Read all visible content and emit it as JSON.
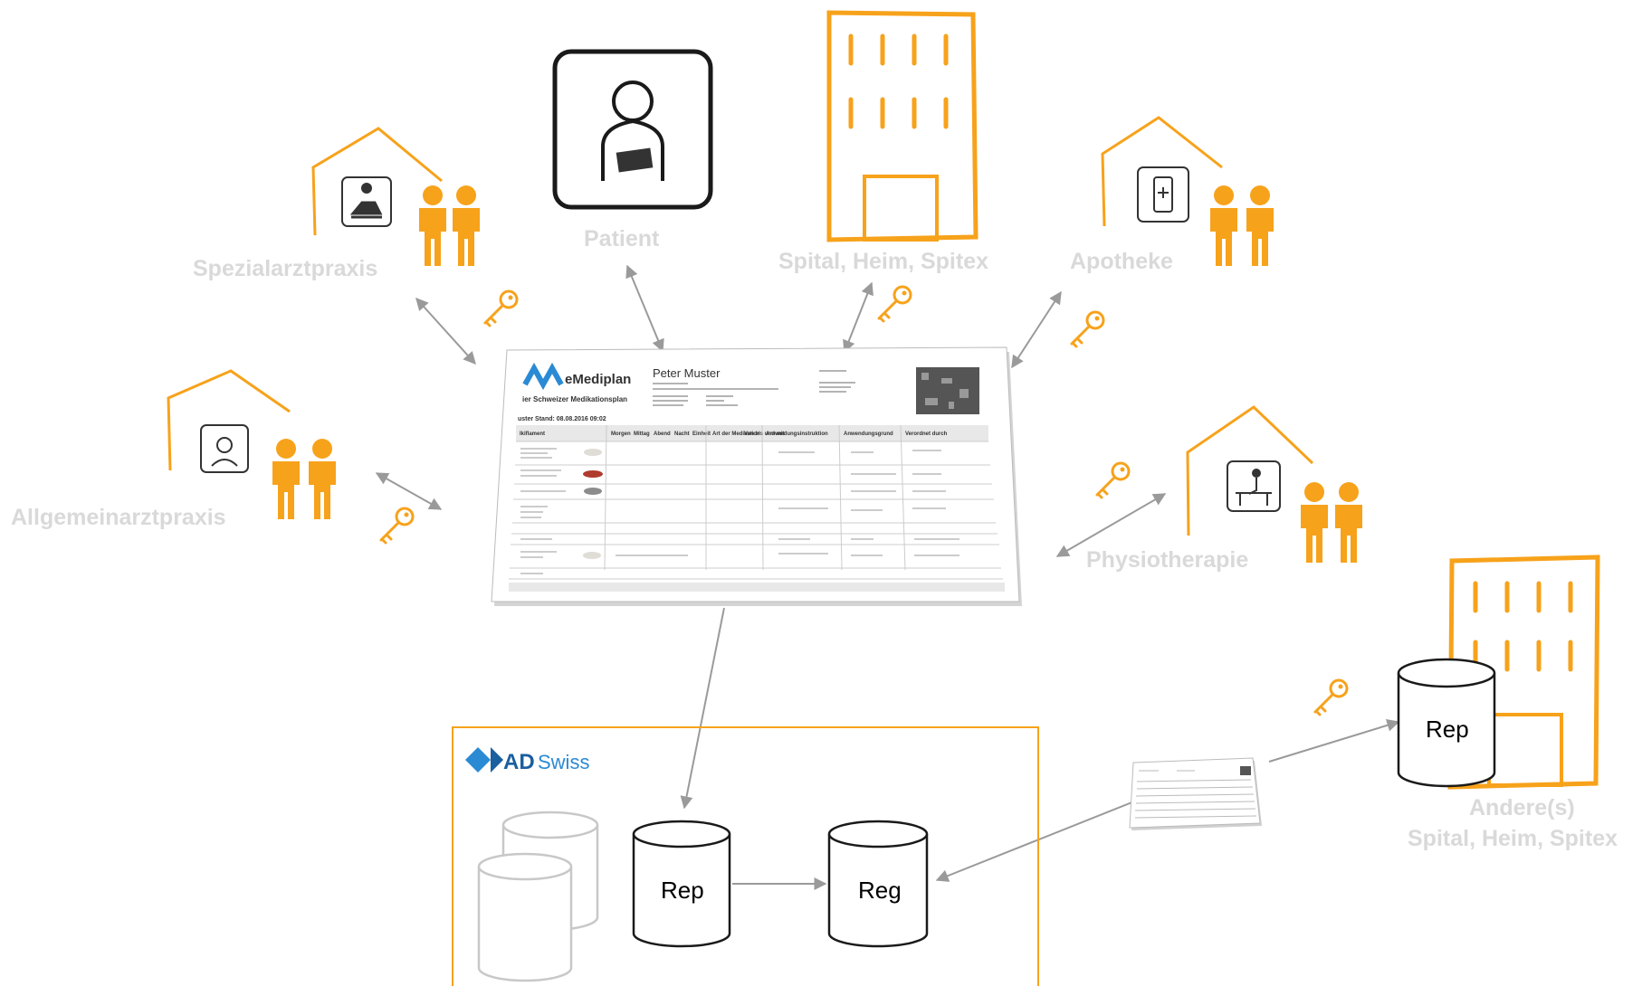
{
  "colors": {
    "accent": "#f7a21b",
    "label_gray": "#d9d9d9",
    "arrow_gray": "#9a9a9a"
  },
  "actors": {
    "spezialarzt": "Spezialarztpraxis",
    "patient": "Patient",
    "spital": "Spital, Heim, Spitex",
    "apotheke": "Apotheke",
    "allgemeinarzt": "Allgemeinarztpraxis",
    "physio": "Physiotherapie",
    "andere_line1": "Andere(s)",
    "andere_line2": "Spital, Heim, Spitex"
  },
  "doc": {
    "brand": "eMediplan",
    "subtitle": "ier Schweizer Medikationsplan",
    "patient_name": "Peter Muster",
    "stand": "uster Stand: 08.08.2016 09:02",
    "columns": [
      "Ikiflament",
      "Morgen",
      "Mittag",
      "Abend",
      "Nacht",
      "Einheit",
      "Art der Medikation",
      "Von bis und mit",
      "Anwendungsinstruktion",
      "Anwendungsgrund",
      "Verordnet durch"
    ]
  },
  "adswiss": {
    "logo_ad": "AD",
    "logo_swiss": "Swiss"
  },
  "databases": {
    "rep": "Rep",
    "reg": "Reg",
    "rep_remote": "Rep"
  },
  "icons": [
    "house-icon",
    "building-icon",
    "person-pair-icon",
    "key-icon",
    "database-icon",
    "document-icon"
  ]
}
